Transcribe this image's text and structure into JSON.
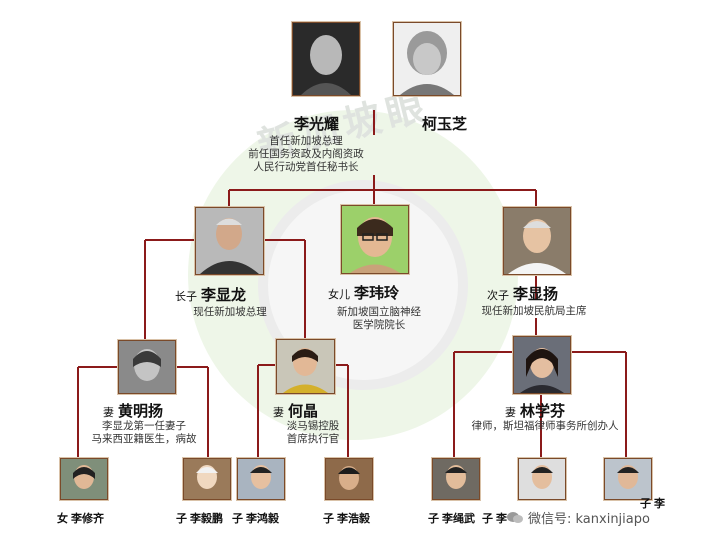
{
  "watermark": {
    "text": "新加坡眼"
  },
  "colors": {
    "line": "#8b1a1a",
    "frame": "#7a4a2a"
  },
  "gen1": {
    "father": {
      "name": "李光耀",
      "desc": [
        "首任新加坡总理",
        "前任国务资政及内阁资政",
        "人民行动党首任秘书长"
      ]
    },
    "mother": {
      "name": "柯玉芝"
    }
  },
  "gen2": {
    "son1": {
      "relation": "长子",
      "name": "李显龙",
      "desc": [
        "现任新加坡总理"
      ]
    },
    "daughter": {
      "relation": "女儿",
      "name": "李玮玲",
      "desc": [
        "新加坡国立脑神经",
        "医学院院长"
      ]
    },
    "son2": {
      "relation": "次子",
      "name": "李显扬",
      "desc": [
        "现任新加坡民航局主席"
      ]
    }
  },
  "spouses": {
    "wife1": {
      "relation": "妻",
      "name": "黄明扬",
      "desc": [
        "李显龙第一任妻子",
        "马来西亚籍医生，病故"
      ]
    },
    "wife2": {
      "relation": "妻",
      "name": "何晶",
      "desc": [
        "淡马锡控股",
        "首席执行官"
      ]
    },
    "wife3": {
      "relation": "妻",
      "name": "林学芬",
      "desc": [
        "律师，斯坦福律师事务所创办人"
      ]
    }
  },
  "gen3": [
    {
      "relation": "女",
      "name": "李修齐"
    },
    {
      "relation": "子",
      "name": "李毅鹏"
    },
    {
      "relation": "子",
      "name": "李鸿毅"
    },
    {
      "relation": "子",
      "name": "李浩毅"
    },
    {
      "relation": "子",
      "name": "李绳武"
    },
    {
      "relation": "子",
      "name": "李"
    },
    {
      "relation": "子",
      "name": "李"
    }
  ],
  "footer": {
    "wechat": "微信号: kanxinjiapo"
  }
}
